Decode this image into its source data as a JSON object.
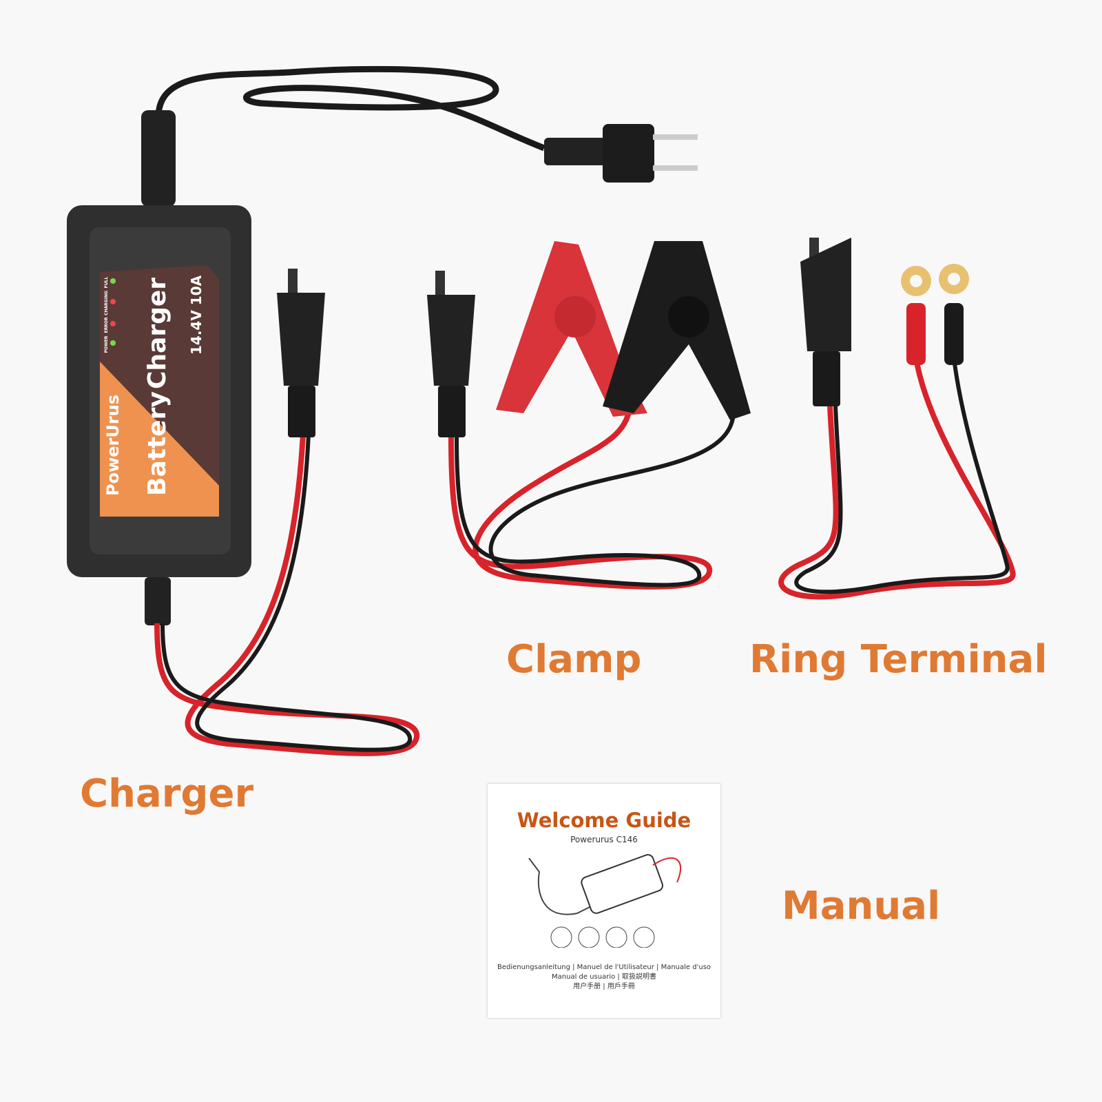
{
  "labels": {
    "charger": "Charger",
    "clamp": "Clamp",
    "ring_terminal": "Ring Terminal",
    "manual": "Manual"
  },
  "charger_device": {
    "brand": "PowerUrus",
    "product_line1": "Battery",
    "product_line2": "Charger",
    "rating": "14.4V 10A",
    "leds": [
      "POWER",
      "ERROR",
      "CHARGING",
      "FULL"
    ]
  },
  "manual_cover": {
    "title": "Welcome Guide",
    "subtitle": "Powerurus C146",
    "languages_line1": "Bedienungsanleitung | Manuel de l'Utilisateur | Manuale d'uso",
    "languages_line2": "Manual de usuario | 取扱説明書",
    "languages_line3": "用户手册 | 用戶手冊"
  },
  "colors": {
    "label": "#e07a33",
    "charger_body": "#2f2f2f",
    "label_orange": "#f0924f",
    "label_brown": "#5a3a36",
    "wire_red": "#d8232a",
    "wire_black": "#1a1a1a",
    "manual_title": "#c85514"
  }
}
